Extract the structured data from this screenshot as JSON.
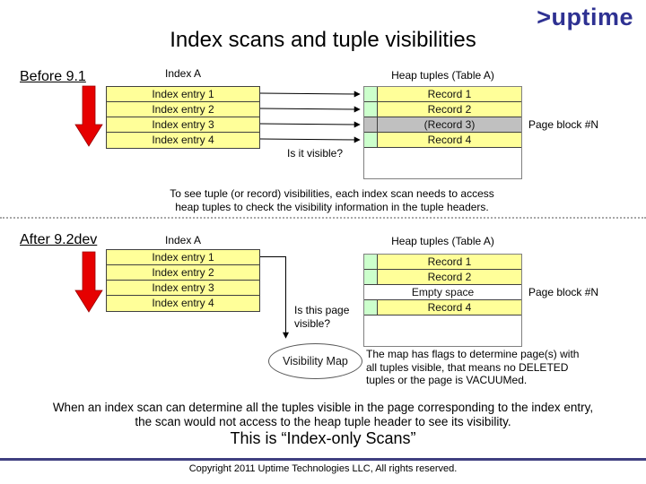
{
  "logo": {
    "text": ">uptime",
    "color": "#2e3192"
  },
  "title": "Index scans and tuple visibilities",
  "before": {
    "heading": "Before 9.1",
    "index_label": "Index A",
    "index_entries": [
      "Index entry 1",
      "Index entry 2",
      "Index entry 3",
      "Index entry 4"
    ],
    "heap_label": "Heap tuples (Table A)",
    "heap_rows": [
      {
        "label": "Record 1",
        "type": "visible"
      },
      {
        "label": "Record 2",
        "type": "visible"
      },
      {
        "label": "(Record 3)",
        "type": "deleted"
      },
      {
        "label": "Record 4",
        "type": "visible"
      }
    ],
    "page_block_label": "Page block #N",
    "question": "Is it visible?",
    "caption_line1": "To see tuple (or record) visibilities, each index scan needs to access",
    "caption_line2": "heap tuples to check the visibility information in the tuple headers."
  },
  "after": {
    "heading": "After 9.2dev",
    "index_label": "Index A",
    "index_entries": [
      "Index entry 1",
      "Index entry 2",
      "Index entry 3",
      "Index entry 4"
    ],
    "heap_label": "Heap tuples (Table A)",
    "heap_rows": [
      {
        "label": "Record 1",
        "type": "visible"
      },
      {
        "label": "Record 2",
        "type": "visible"
      },
      {
        "label": "Empty space",
        "type": "empty"
      },
      {
        "label": "Record 4",
        "type": "visible"
      }
    ],
    "page_block_label": "Page block #N",
    "question_line1": "Is this page",
    "question_line2": "visible?",
    "vm_label": "Visibility Map",
    "vm_note_line1": "The map has flags to determine page(s) with",
    "vm_note_line2": "all tuples visible, that means no DELETED",
    "vm_note_line3": "tuples or the page is VACUUMed."
  },
  "footer": {
    "summary_line1": "When an index scan can determine all the tuples visible in the page corresponding to the index entry,",
    "summary_line2": "the scan would not access to the heap tuple header to see its visibility.",
    "conclusion": "This is “Index-only Scans”",
    "copyright": "Copyright 2011 Uptime Technologies LLC, All rights reserved."
  },
  "colors": {
    "logo_blue": "#2e3192",
    "table_yellow": "#ffff99",
    "tuple_header_green": "#ccffcc",
    "deleted_gray": "#c0c0c0",
    "accent_red": "#e60000",
    "footer_line_navy": "#3f3f80"
  }
}
